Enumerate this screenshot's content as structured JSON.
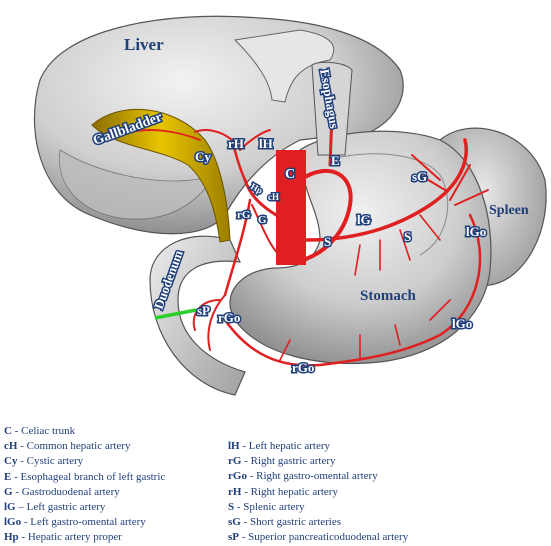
{
  "organs": {
    "liver": "Liver",
    "gallbladder": "Gallbladder",
    "esophagus": "Esophagus",
    "spleen": "Spleen",
    "stomach": "Stomach",
    "duodenum": "Duodenum"
  },
  "labels": {
    "cy": "Cy",
    "rh": "rH",
    "lh": "lH",
    "c": "C",
    "e": "E",
    "hp": "Hp",
    "ch": "cH",
    "rg": "rG",
    "g": "G",
    "lg": "lG",
    "s1": "S",
    "s2": "S",
    "sg": "sG",
    "lgo1": "lGo",
    "lgo2": "lGo",
    "sp": "sP",
    "rgo1": "rGo",
    "rgo2": "rGo"
  },
  "legend_left": [
    {
      "code": "C",
      "text": " - Celiac trunk"
    },
    {
      "code": "cH",
      "text": " - Common hepatic artery"
    },
    {
      "code": "Cy",
      "text": " - Cystic artery"
    },
    {
      "code": "E",
      "text": " - Esophageal branch of left gastric"
    },
    {
      "code": "G",
      "text": " - Gastroduodenal artery"
    },
    {
      "code": "lG",
      "text": " – Left gastric artery"
    },
    {
      "code": "lGo",
      "text": " - Left gastro-omental artery"
    },
    {
      "code": "Hp",
      "text": " - Hepatic artery proper"
    }
  ],
  "legend_right": [
    {
      "code": "lH",
      "text": " - Left hepatic artery"
    },
    {
      "code": "rG",
      "text": " - Right gastric artery"
    },
    {
      "code": "rGo",
      "text": " - Right gastro-omental artery"
    },
    {
      "code": "rH",
      "text": " - Right hepatic artery"
    },
    {
      "code": "S",
      "text": " - Splenic artery"
    },
    {
      "code": "sG",
      "text": " - Short gastric arteries"
    },
    {
      "code": "sP",
      "text": " - Superior pancreaticoduodenal artery"
    }
  ],
  "colors": {
    "organ_fill": "#cfcfcf",
    "organ_dark": "#9a9a9a",
    "artery": "#e02020",
    "gallbladder": "#d8b400",
    "highlight_line": "#2bd02b",
    "label_text": "#1f3f7a"
  }
}
